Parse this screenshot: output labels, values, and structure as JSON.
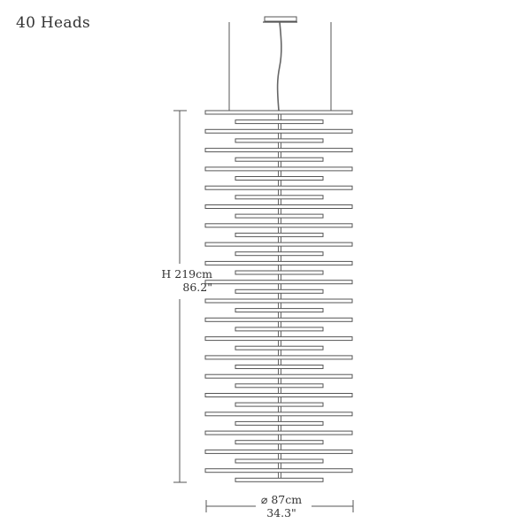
{
  "title": "40  Heads",
  "height_dimension": {
    "metric": "H 219cm",
    "imperial": "86.2\""
  },
  "diameter_dimension": {
    "metric": "⌀ 87cm",
    "imperial": "34.3\""
  },
  "fixture": {
    "heads": 40,
    "long_bars": 20,
    "short_bars": 20
  },
  "colors": {
    "line": "#555555",
    "background": "#ffffff"
  }
}
